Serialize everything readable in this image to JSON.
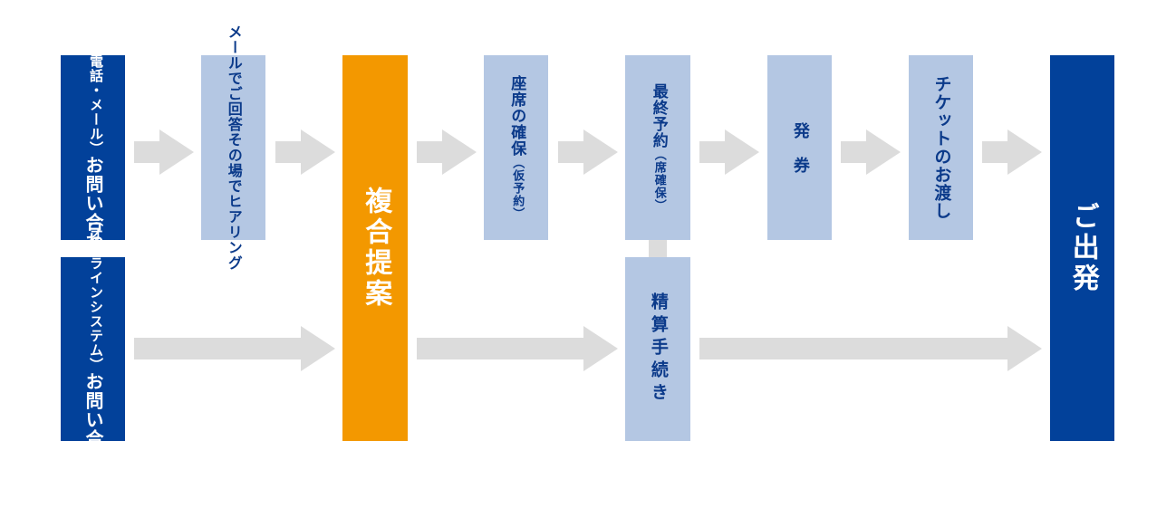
{
  "steps": {
    "inquiry_phone": {
      "line1": "お問い合わせ",
      "line2": "（お電話・メール）"
    },
    "hearing": {
      "line1": "その場でヒアリング",
      "line2": "メールでご回答"
    },
    "proposal": {
      "label": "複合提案"
    },
    "seat_hold": {
      "line1": "座席の確保",
      "line1_sub": "（仮予約）"
    },
    "final_booking": {
      "line1": "最終予約",
      "line1_sub": "（席確保）"
    },
    "issue": {
      "label": "発　券"
    },
    "ticket_delivery": {
      "label": "チケットのお渡し"
    },
    "departure": {
      "label": "ご出発"
    },
    "inquiry_online": {
      "line1": "お問い合わせ",
      "line2": "（オンラインシステム）"
    },
    "settlement": {
      "label": "精算手続き"
    }
  },
  "colors": {
    "navy": "#02419a",
    "light_blue": "#b4c7e3",
    "orange": "#f39800",
    "arrow_gray": "#dcdcdc"
  }
}
